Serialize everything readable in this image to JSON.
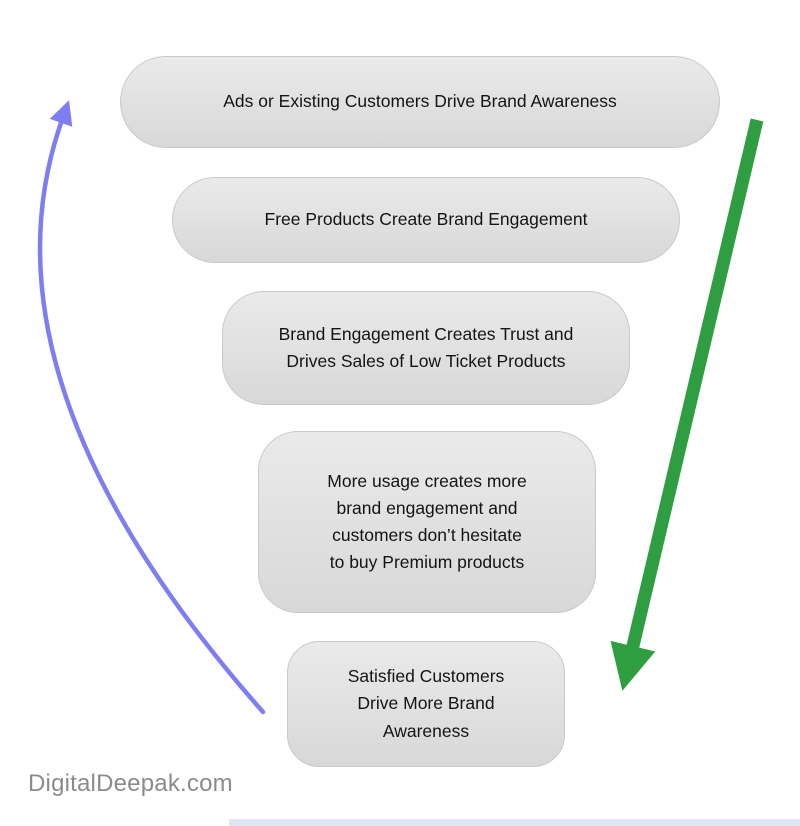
{
  "diagram": {
    "steps": [
      {
        "label": "Ads or Existing Customers Drive Brand Awareness"
      },
      {
        "label": "Free Products Create Brand Engagement"
      },
      {
        "label": "Brand Engagement Creates Trust and\nDrives Sales of Low Ticket Products"
      },
      {
        "label": "More usage creates more\nbrand engagement and\ncustomers don’t hesitate\nto buy Premium products"
      },
      {
        "label": "Satisfied Customers\nDrive More Brand\nAwareness"
      }
    ],
    "watermark": "DigitalDeepak.com"
  },
  "colors": {
    "green_arrow": "#2f9e41",
    "blue_arrow": "#7e7ef2",
    "box_fill": "#e1e1e1",
    "watermark_gray": "#8b8b8b",
    "bottom_strip": "#dde6f2"
  }
}
